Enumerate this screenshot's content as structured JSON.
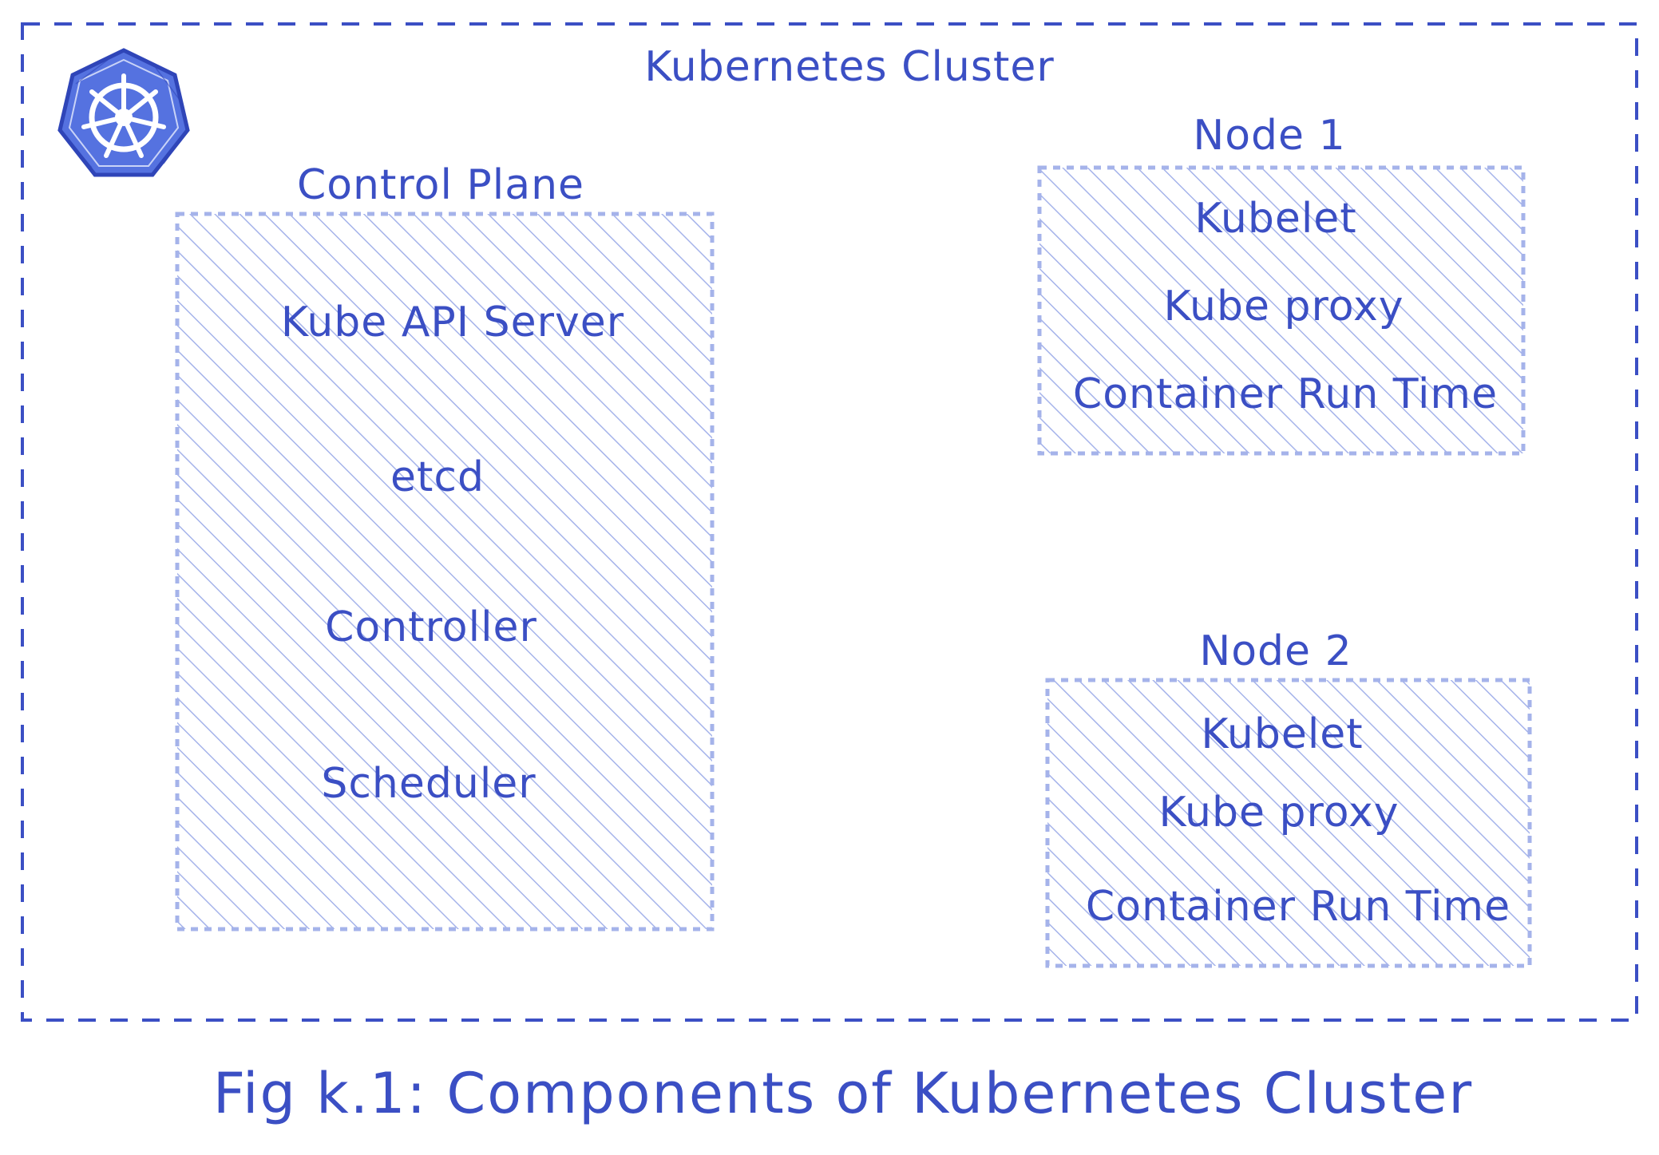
{
  "colors": {
    "stroke": "#3b4fc4",
    "hatch": "#a5b3ea",
    "background": "#ffffff"
  },
  "cluster": {
    "title": "Kubernetes Cluster",
    "logo_icon": "kubernetes-helm-wheel-icon"
  },
  "control_plane": {
    "title": "Control Plane",
    "components": [
      "Kube API Server",
      "etcd",
      "Controller",
      "Scheduler"
    ]
  },
  "nodes": [
    {
      "title": "Node 1",
      "components": [
        "Kubelet",
        "Kube proxy",
        "Container Run Time"
      ]
    },
    {
      "title": "Node 2",
      "components": [
        "Kubelet",
        "Kube proxy",
        "Container Run Time"
      ]
    }
  ],
  "caption": "Fig k.1: Components of Kubernetes Cluster"
}
